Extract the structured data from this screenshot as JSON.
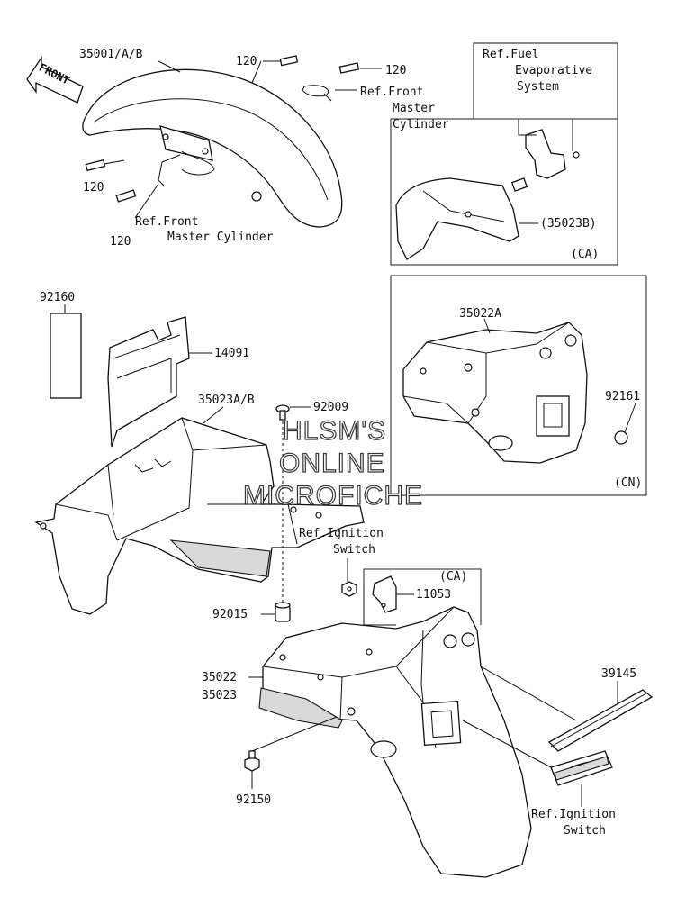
{
  "labels": {
    "front_arrow": "FRONT",
    "p35001": "35001/A/B",
    "p120_top_left": "120",
    "p120_top_right": "120",
    "p120_left_a": "120",
    "p120_left_b": "120",
    "ref_front_master_cyl_top_1": "Ref.Front",
    "ref_front_master_cyl_top_2": "Master",
    "ref_front_master_cyl_top_3": "Cylinder",
    "ref_front_master_cyl_bot_1": "Ref.Front",
    "ref_front_master_cyl_bot_2": "Master Cylinder",
    "ref_fuel_1": "Ref.Fuel",
    "ref_fuel_2": "Evaporative",
    "ref_fuel_3": "System",
    "p35023B": "(35023B)",
    "ca_top": "(CA)",
    "p92160": "92160",
    "p14091": "14091",
    "p35023AB": "35023A/B",
    "p92009": "92009",
    "p35022A": "35022A",
    "p92161": "92161",
    "cn": "(CN)",
    "ref_ign_mid_1": "Ref.Ignition",
    "ref_ign_mid_2": "Switch",
    "ca_mid": "(CA)",
    "p11053": "11053",
    "p92015": "92015",
    "p35022": "35022",
    "p35023": "35023",
    "p39145": "39145",
    "p92150": "92150",
    "ref_ign_bot_1": "Ref.Ignition",
    "ref_ign_bot_2": "Switch"
  },
  "watermark": {
    "line1": "HLSM'S",
    "line2": "ONLINE",
    "line3": "MICROFICHE"
  }
}
